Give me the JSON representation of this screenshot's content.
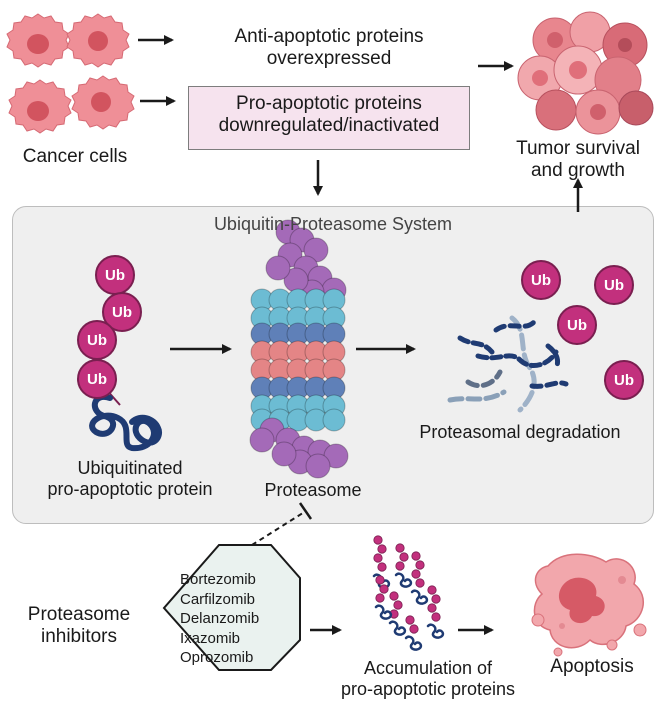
{
  "top": {
    "anti_apoptotic": "Anti-apoptotic proteins\noverexpressed",
    "pro_apoptotic": "Pro-apoptotic proteins\ndownregulated/inactivated",
    "cancer_cells": "Cancer cells",
    "tumor": "Tumor survival\nand growth"
  },
  "ups": {
    "title": "Ubiquitin-Proteasome System",
    "ub_label": "Ub",
    "ubiquitinated": "Ubiquitinated\npro-apoptotic protein",
    "proteasome": "Proteasome",
    "degradation": "Proteasomal degradation"
  },
  "bottom": {
    "inhibitors_label": "Proteasome\ninhibitors",
    "drugs": [
      "Bortezomib",
      "Carfilzomib",
      "Delanzomib",
      "Ixazomib",
      "Oprozomib"
    ],
    "accumulation": "Accumulation of\npro-apoptotic proteins",
    "apoptosis": "Apoptosis"
  },
  "colors": {
    "ub_fill": "#c2307d",
    "ub_stroke": "#7a1f50",
    "protein": "#1f3b73",
    "cell": "#ef8f97",
    "nucleus": "#d2545f",
    "box_fill": "#f6e3ee",
    "proteasome_purple": "#a46ab8",
    "proteasome_cyan": "#6cbcd3",
    "proteasome_blue": "#5f80b8",
    "proteasome_pink": "#e48586"
  }
}
